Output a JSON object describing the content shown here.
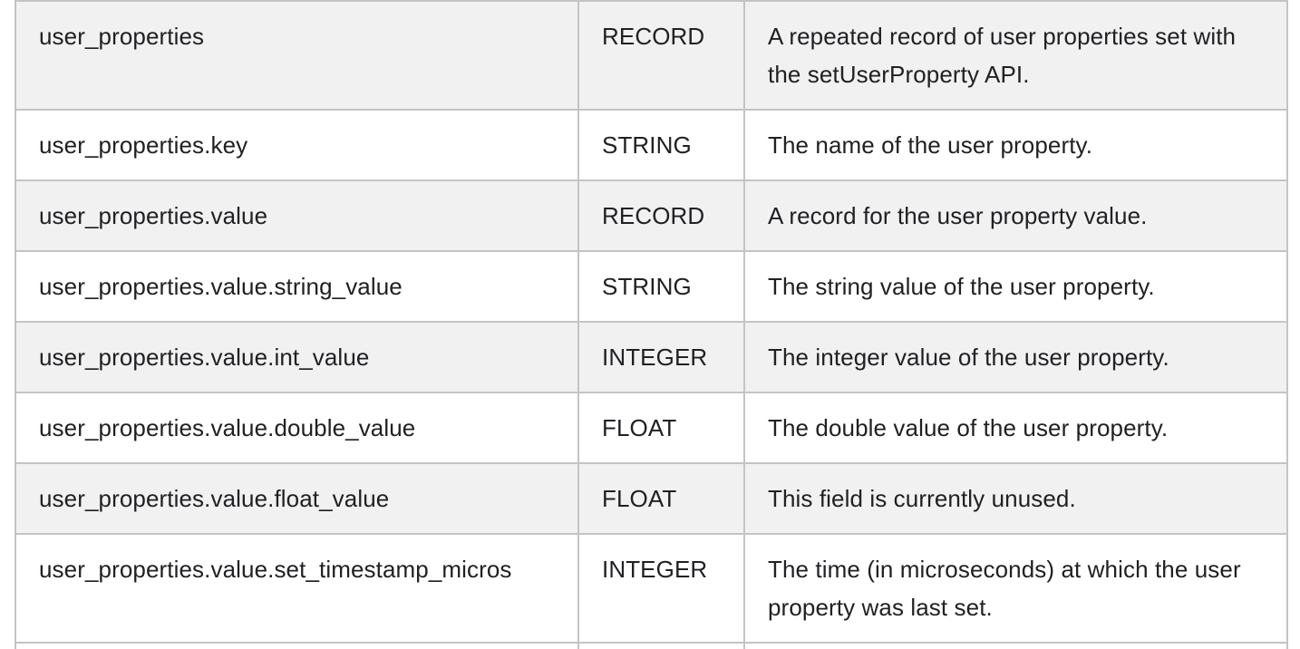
{
  "rows": [
    {
      "name": "user_properties",
      "type": "RECORD",
      "description": "A repeated record of user properties set with the setUserProperty API."
    },
    {
      "name": "user_properties.key",
      "type": "STRING",
      "description": "The name of the user property."
    },
    {
      "name": "user_properties.value",
      "type": "RECORD",
      "description": "A record for the user property value."
    },
    {
      "name": "user_properties.value.string_value",
      "type": "STRING",
      "description": "The string value of the user property."
    },
    {
      "name": "user_properties.value.int_value",
      "type": "INTEGER",
      "description": "The integer value of the user property."
    },
    {
      "name": "user_properties.value.double_value",
      "type": "FLOAT",
      "description": "The double value of the user property."
    },
    {
      "name": "user_properties.value.float_value",
      "type": "FLOAT",
      "description": "This field is currently unused."
    },
    {
      "name": "user_properties.value.set_timestamp_micros",
      "type": "INTEGER",
      "description": "The time (in microseconds) at which the user property was last set."
    }
  ]
}
